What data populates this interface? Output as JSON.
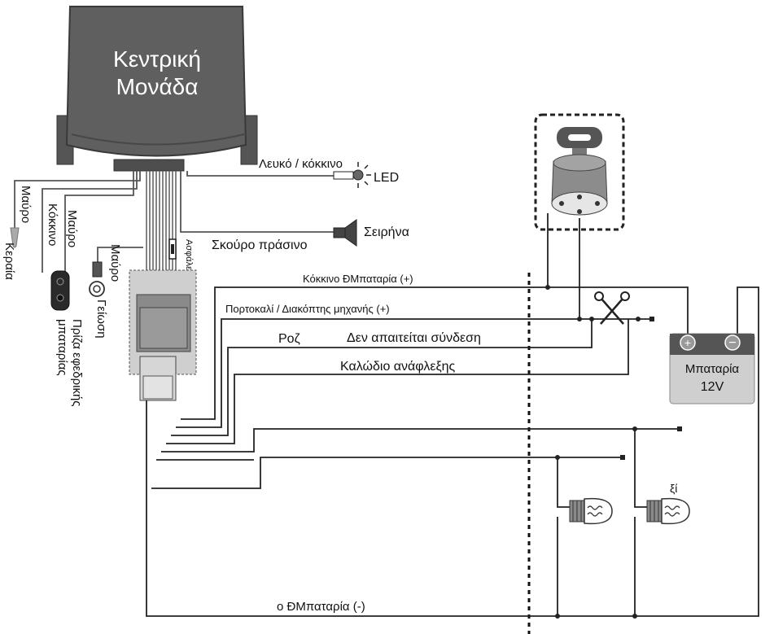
{
  "central_unit": {
    "line1": "Κεντρική",
    "line2": "Μονάδα"
  },
  "labels": {
    "white_red": "Λευκό / κόκκινο",
    "led": "LED",
    "dark_green": "Σκούρο πράσινο",
    "siren": "Σειρήνα",
    "fuse": "Ασφάλεια",
    "red_battery": "Κόκκινο ÐΜπαταρία (+)",
    "orange_ignition": "Πορτοκαλί / Διακόπτης μηχανής (+)",
    "pink": "Ροζ",
    "no_connection": "Δεν απαιτείται σύνδεση",
    "ignition_wire": "Καλώδιο ανάφλεξης",
    "battery_neg": "ο ÐΜπαταρία (-)",
    "battery_name": "Μπαταρία",
    "battery_voltage": "12V",
    "bulb_label": "ξί",
    "black_antenna": "Μαύρο",
    "antenna": "Κεραία",
    "red_plug": "Κόκκινο",
    "black_plug": "Μαύρο",
    "plug_line1": "Πρίζα εφεδρικής",
    "plug_line2": "μπαταρίας",
    "black_ground": "Μαύρο",
    "ground": "Γείωση"
  }
}
